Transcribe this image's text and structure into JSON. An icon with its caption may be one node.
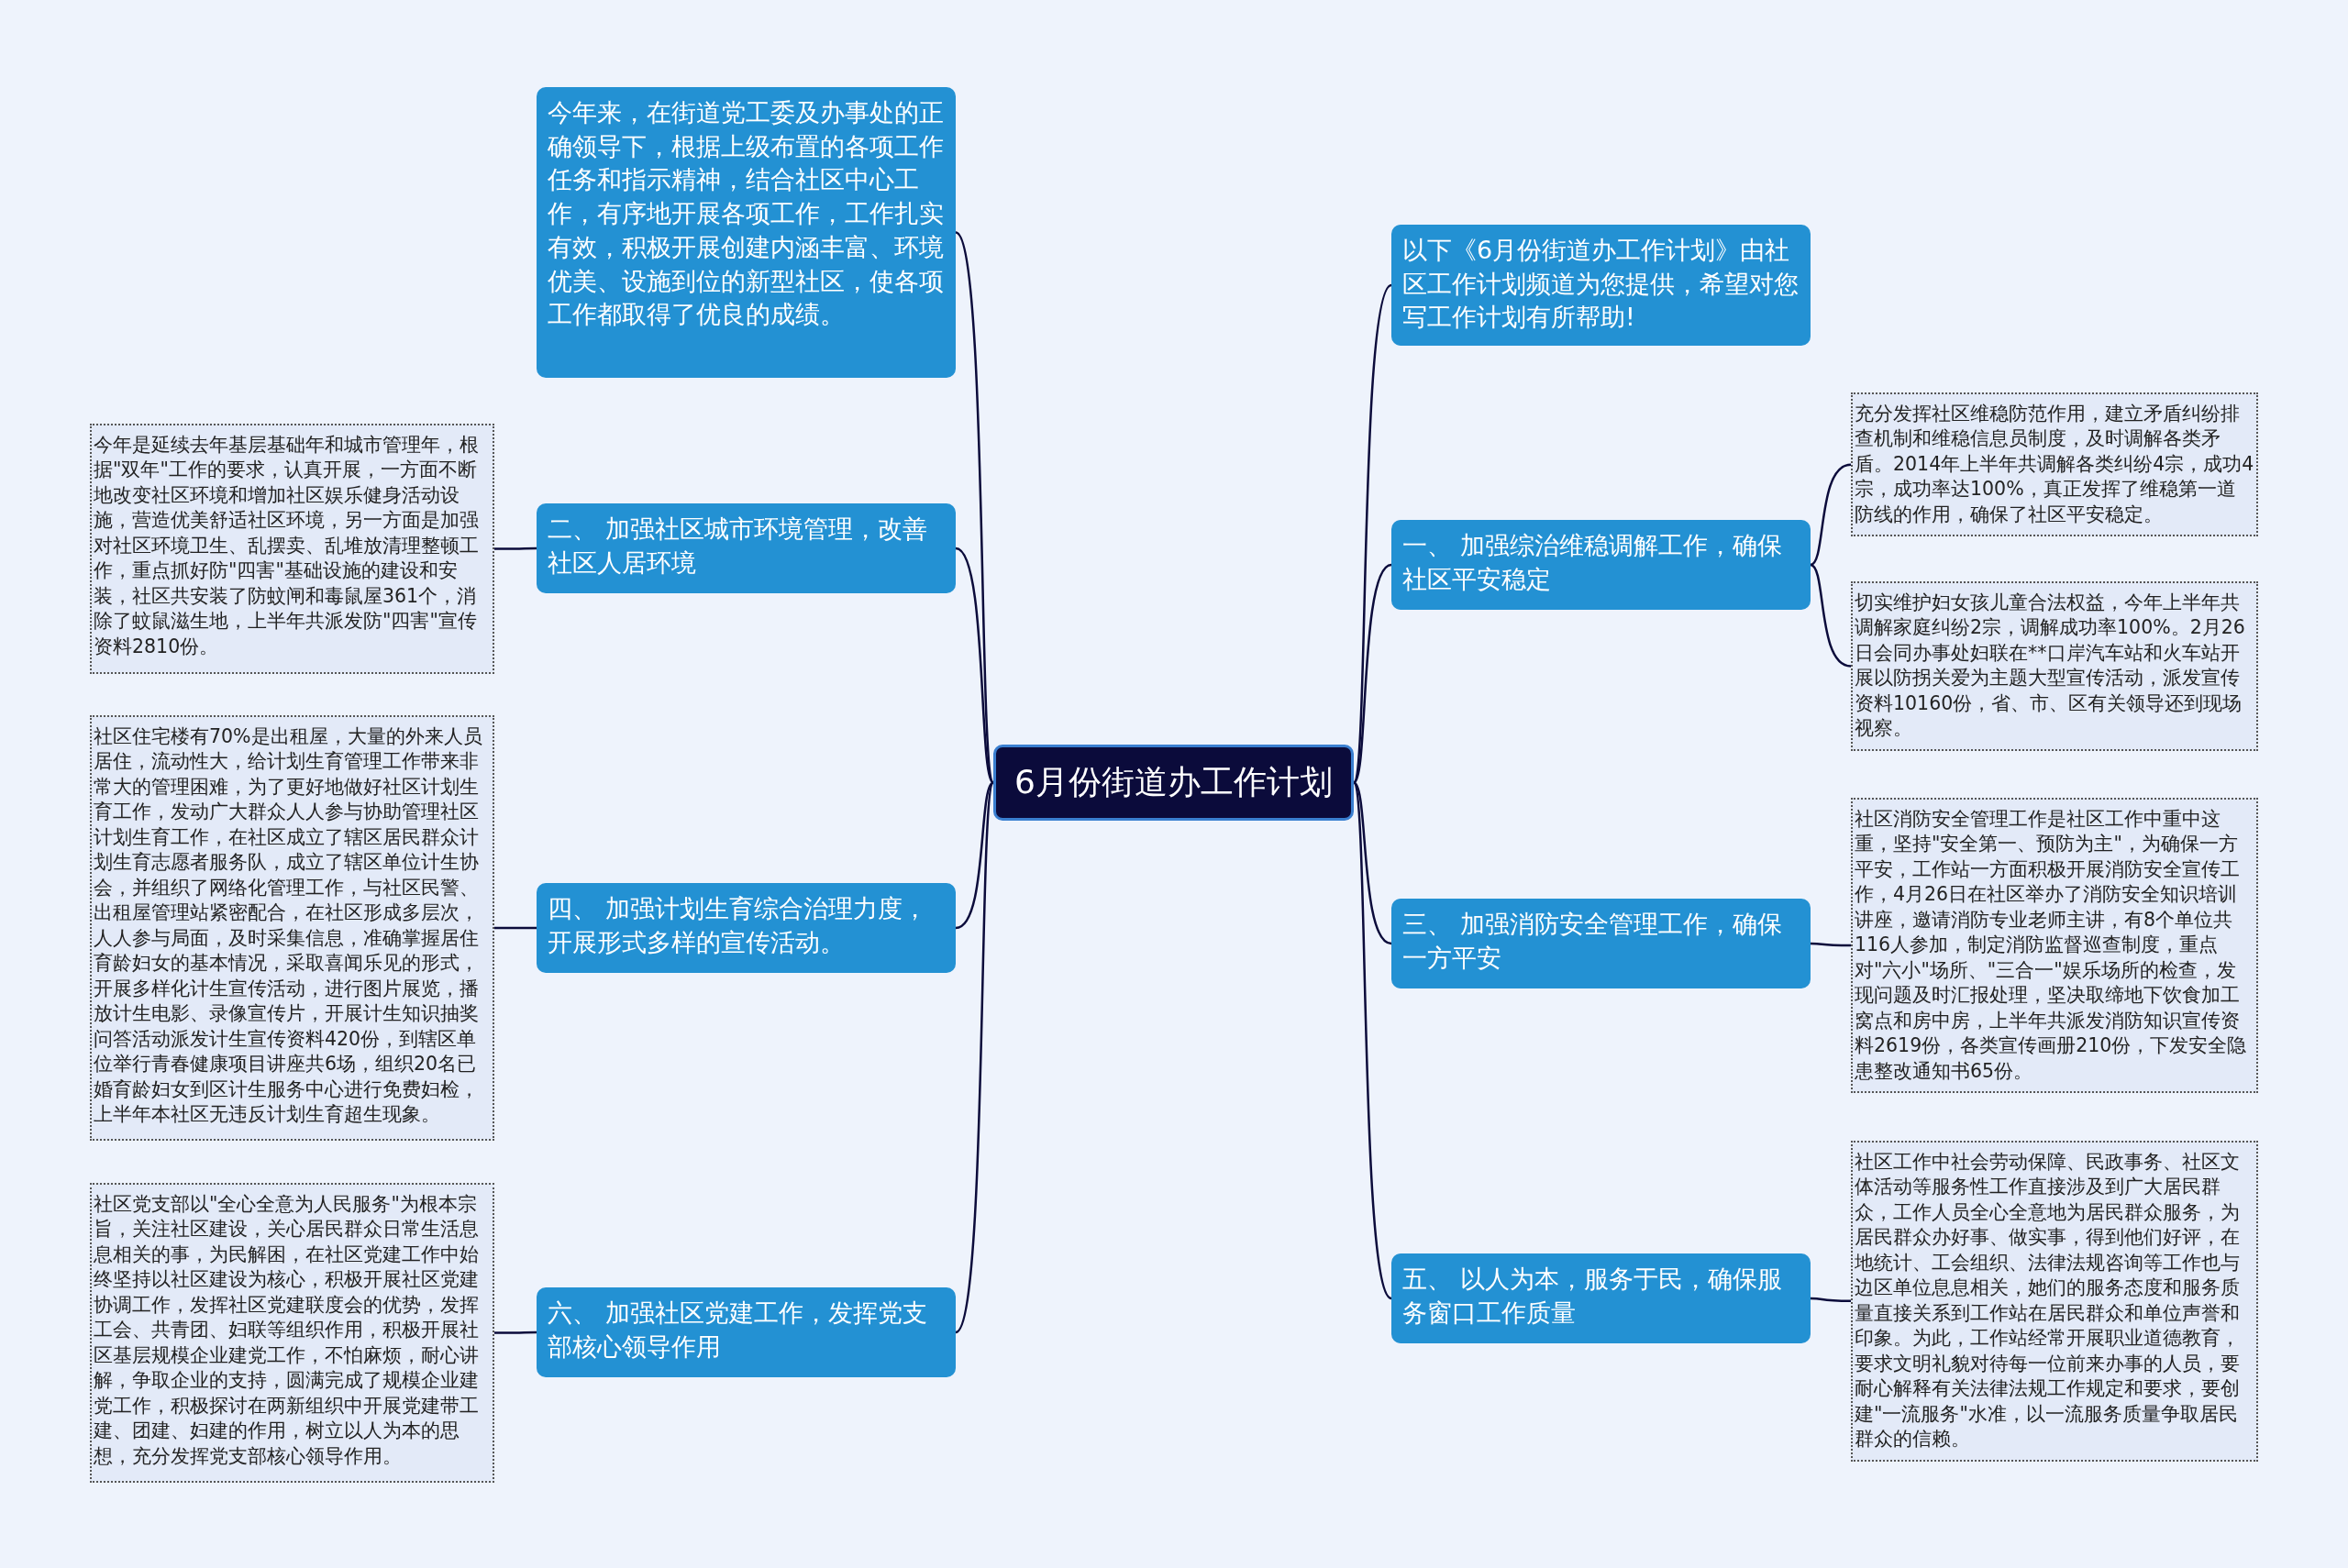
{
  "diagram": {
    "nodes": [
      {
        "text": [
          "6月份街道办工作计划"
        ]
      },
      {
        "text": [
          "今年来，在街道党工委及办事处的正确领导下，根据上级布置的各项工作任务和指示精神，结合社区中心工作，有序地开展各项工作，工作扎实有效，积极开展创建内涵丰富、环境优美、设施到位的新型社区，使各项工作都取得了优良的成绩。"
        ]
      },
      {
        "text": [
          "二、 加强社区城市环境管理，改善社区人居环境"
        ]
      },
      {
        "text": [
          "四、 加强计划生育综合治理力度，开展形式多样的宣传活动。"
        ]
      },
      {
        "text": [
          "六、 加强社区党建工作，发挥党支部核心领导作用"
        ]
      },
      {
        "text": [
          "以下《6月份街道办工作计划》由社区工作计划频道为您提供，希望对您写工作计划有所帮助!"
        ]
      },
      {
        "text": [
          "一、 加强综治维稳调解工作，确保社区平安稳定"
        ]
      },
      {
        "text": [
          "三、 加强消防安全管理工作，确保一方平安"
        ]
      },
      {
        "text": [
          "五、 以人为本，服务于民，确保服务窗口工作质量"
        ]
      },
      {
        "text": [
          "今年是延续去年基层基础年和城市管理年，根据\"双年\"工作的要求，认真开展，一方面不断地改变社区环境和增加社区娱乐健身活动设施，营造优美舒适社区环境，另一方面是加强对社区环境卫生、乱摆卖、乱堆放清理整顿工作，重点抓好防\"四害\"基础设施的建设和安装，社区共安装了防蚊闸和毒鼠屋361个，消除了蚊鼠滋生地，上半年共派发防\"四害\"宣传资料2810份。"
        ]
      },
      {
        "text": [
          "社区住宅楼有70%是出租屋，大量的外来人员居住，流动性大，给计划生育管理工作带来非常大的管理困难，为了更好地做好社区计划生育工作，发动广大群众人人参与协助管理社区计划生育工作，在社区成立了辖区居民群众计划生育志愿者服务队，成立了辖区单位计生协会，并组织了网络化管理工作，与社区民警、出租屋管理站紧密配合，在社区形成多层次，人人参与局面，及时采集信息，准确掌握居住育龄妇女的基本情况，采取喜闻乐见的形式，开展多样化计生宣传活动，进行图片展览，播放计生电影、录像宣传片，开展计生知识抽奖问答活动派发计生宣传资料420份，到辖区单位举行青春健康项目讲座共6场，组织20名已婚育龄妇女到区计生服务中心进行免费妇检，上半年本社区无违反计划生育超生现象。"
        ]
      },
      {
        "text": [
          "社区党支部以\"全心全意为人民服务\"为根本宗旨，关注社区建设，关心居民群众日常生活息息相关的事，为民解困，在社区党建工作中始终坚持以社区建设为核心，积极开展社区党建协调工作，发挥社区党建联度会的优势，发挥工会、共青团、妇联等组织作用，积极开展社区基层规模企业建党工作，不怕麻烦，耐心讲解，争取企业的支持，圆满完成了规模企业建党工作，积极探讨在两新组织中开展党建带工建、团建、妇建的作用，树立以人为本的思想，充分发挥党支部核心领导作用。"
        ]
      },
      {
        "text": [
          "充分发挥社区维稳防范作用，建立矛盾纠纷排查机制和维稳信息员制度，及时调解各类矛盾。2014年上半年共调解各类纠纷4宗，成功4宗，成功率达100%，真正发挥了维稳第一道防线的作用，确保了社区平安稳定。"
        ]
      },
      {
        "text": [
          "切实维护妇女孩儿童合法权益，今年上半年共调解家庭纠纷2宗，调解成功率100%。2月26日会同办事处妇联在**口岸汽车站和火车站开展以防拐关爱为主题大型宣传活动，派发宣传资料10160份，省、市、区有关领导还到现场视察。"
        ]
      },
      {
        "text": [
          "社区消防安全管理工作是社区工作中重中这重，坚持\"安全第一、预防为主\"，为确保一方平安，工作站一方面积极开展消防安全宣传工作，4月26日在社区举办了消防安全知识培训讲座，邀请消防专业老师主讲，有8个单位共116人参加，制定消防监督巡查制度，重点对\"六小\"场所、\"三合一\"娱乐场所的检查，发现问题及时汇报处理，坚决取缔地下饮食加工窝点和房中房，上半年共派发消防知识宣传资料2619份，各类宣传画册210份，下发安全隐患整改通知书65份。"
        ]
      },
      {
        "text": [
          "社区工作中社会劳动保障、民政事务、社区文体活动等服务性工作直接涉及到广大居民群众，工作人员全心全意地为居民群众服务，为居民群众办好事、做实事，得到他们好评，在地统计、工会组织、法律法规咨询等工作也与边区单位息息相关，她们的服务态度和服务质量直接关系到工作站在居民群众和单位声誉和印象。为此，工作站经常开展职业道德教育，要求文明礼貌对待每一位前来办事的人员，要耐心解释有关法律法规工作规定和要求，要创建\"一流服务\"水准，以一流服务质量争取居民群众的信赖。"
        ]
      }
    ],
    "edges": [
      {
        "from": 0,
        "to": 1,
        "arrow": "none"
      },
      {
        "from": 0,
        "to": 2,
        "arrow": "none"
      },
      {
        "from": 0,
        "to": 3,
        "arrow": "none"
      },
      {
        "from": 0,
        "to": 4,
        "arrow": "none"
      },
      {
        "from": 0,
        "to": 5,
        "arrow": "none"
      },
      {
        "from": 0,
        "to": 6,
        "arrow": "none"
      },
      {
        "from": 0,
        "to": 7,
        "arrow": "none"
      },
      {
        "from": 0,
        "to": 8,
        "arrow": "none"
      },
      {
        "from": 2,
        "to": 9,
        "arrow": "none"
      },
      {
        "from": 3,
        "to": 10,
        "arrow": "none"
      },
      {
        "from": 4,
        "to": 11,
        "arrow": "none"
      },
      {
        "from": 6,
        "to": 12,
        "arrow": "none"
      },
      {
        "from": 6,
        "to": 13,
        "arrow": "none"
      },
      {
        "from": 7,
        "to": 14,
        "arrow": "none"
      },
      {
        "from": 8,
        "to": 15,
        "arrow": "none"
      }
    ]
  }
}
